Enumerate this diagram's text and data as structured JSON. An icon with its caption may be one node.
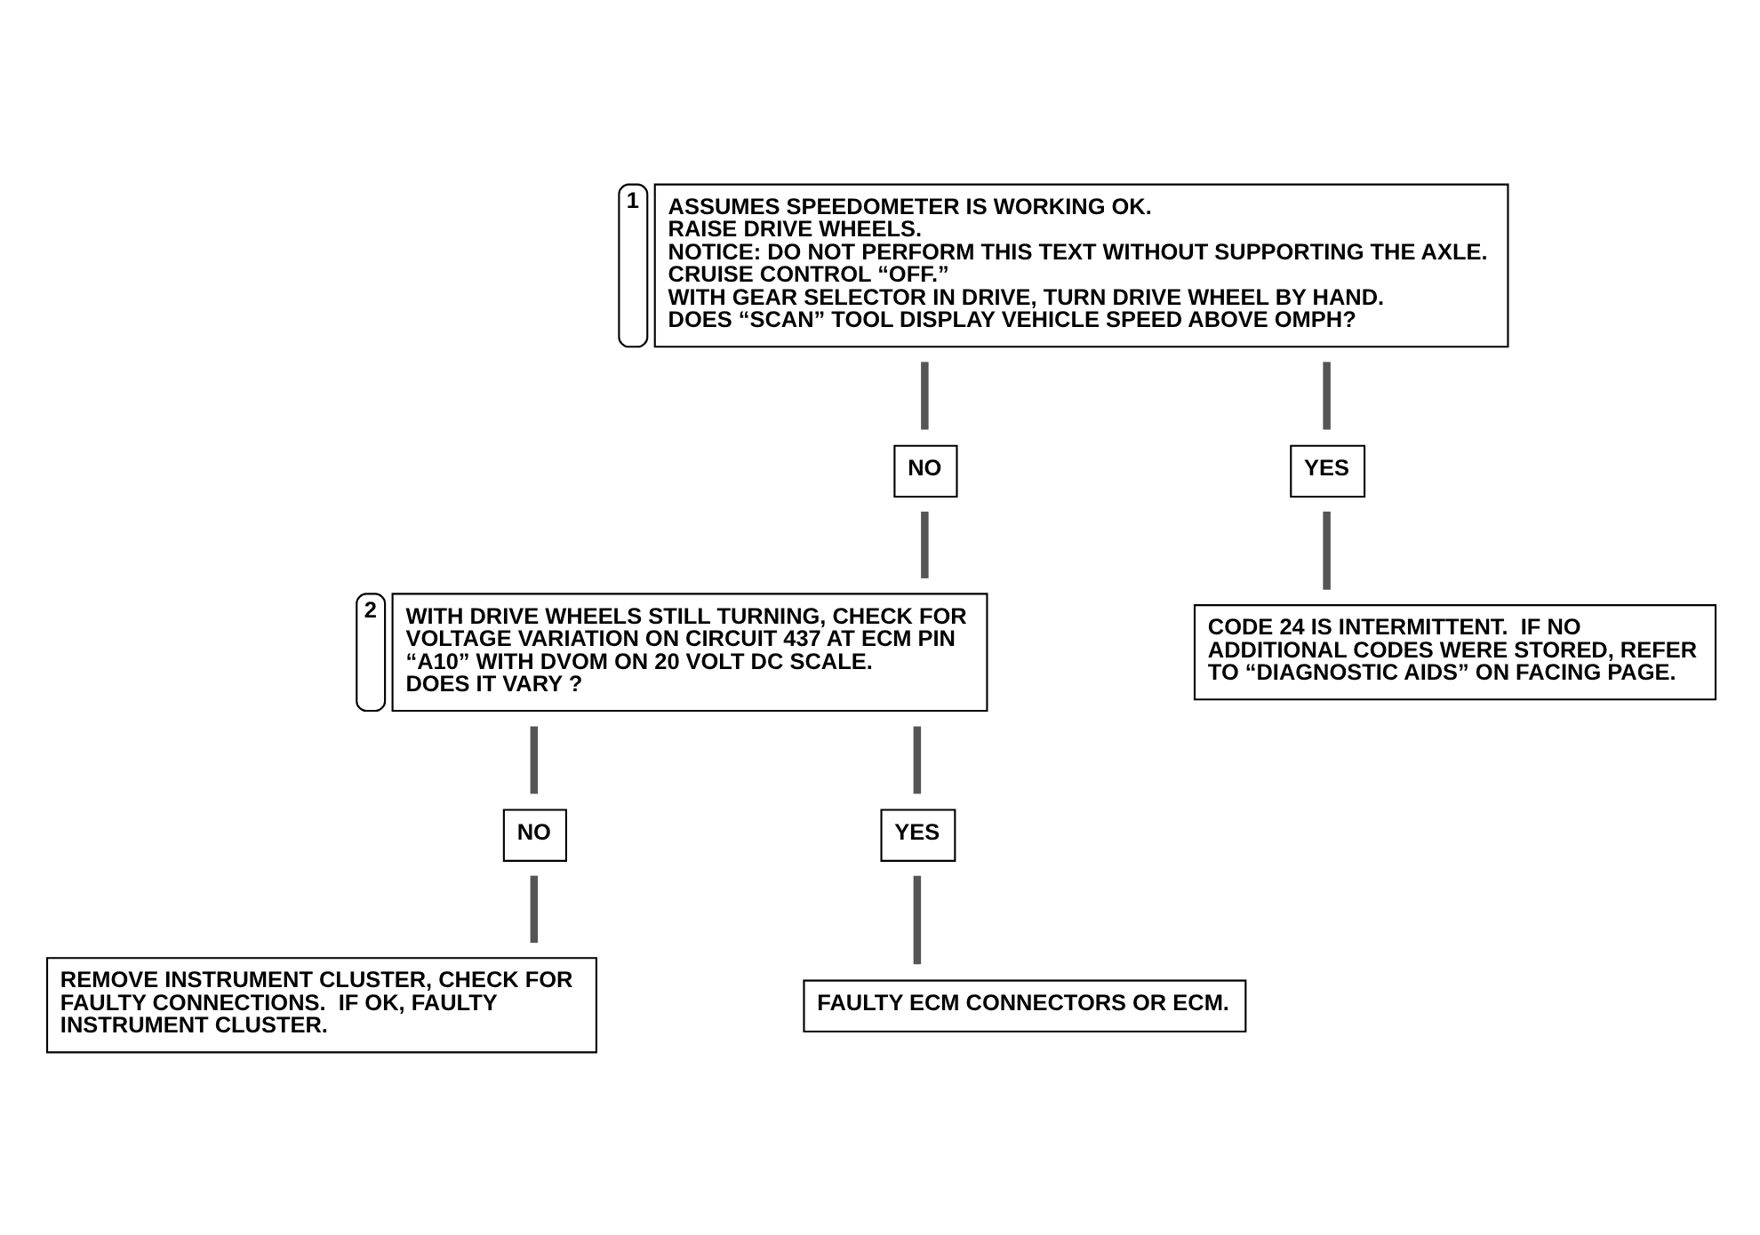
{
  "diagram": {
    "nodes": [
      {
        "text": [
          "ASSUMES SPEEDOMETER IS WORKING OK.",
          "RAISE DRIVE WHEELS.",
          "NOTICE: DO NOT PERFORM THIS TEXT WITHOUT SUPPORTING THE AXLE.",
          "CRUISE CONTROL “OFF.”",
          "WITH GEAR SELECTOR IN DRIVE, TURN DRIVE WHEEL BY HAND.",
          "DOES “SCAN” TOOL DISPLAY VEHICLE SPEED ABOVE OMPH?"
        ],
        "beside": [
          "1"
        ]
      },
      {
        "text": [
          "NO"
        ]
      },
      {
        "text": [
          "YES"
        ]
      },
      {
        "text": [
          "WITH DRIVE WHEELS STILL TURNING, CHECK FOR VOLTAGE VARIATION ON CIRCUIT 437 AT ECM PIN “A10” WITH DVOM ON 20 VOLT DC SCALE.",
          "DOES IT VARY ?"
        ],
        "beside": [
          "2"
        ]
      },
      {
        "text": [
          "CODE 24 IS INTERMITTENT.  IF NO ADDITIONAL CODES WERE STORED, REFER TO “DIAGNOSTIC AIDS” ON FACING PAGE."
        ]
      },
      {
        "text": [
          "NO"
        ]
      },
      {
        "text": [
          "YES"
        ]
      },
      {
        "text": [
          "REMOVE INSTRUMENT CLUSTER, CHECK FOR FAULTY CONNECTIONS.  IF OK, FAULTY INSTRUMENT CLUSTER."
        ]
      },
      {
        "text": [
          "FAULTY ECM CONNECTORS OR ECM."
        ]
      }
    ],
    "edges": [
      {
        "from": 0,
        "to": 1,
        "arrow": "none"
      },
      {
        "from": 0,
        "to": 2,
        "arrow": "none"
      },
      {
        "from": 1,
        "to": 3,
        "arrow": "none"
      },
      {
        "from": 2,
        "to": 4,
        "arrow": "none"
      },
      {
        "from": 3,
        "to": 5,
        "arrow": "none"
      },
      {
        "from": 3,
        "to": 6,
        "arrow": "none"
      },
      {
        "from": 5,
        "to": 7,
        "arrow": "none"
      },
      {
        "from": 6,
        "to": 8,
        "arrow": "none"
      }
    ]
  }
}
